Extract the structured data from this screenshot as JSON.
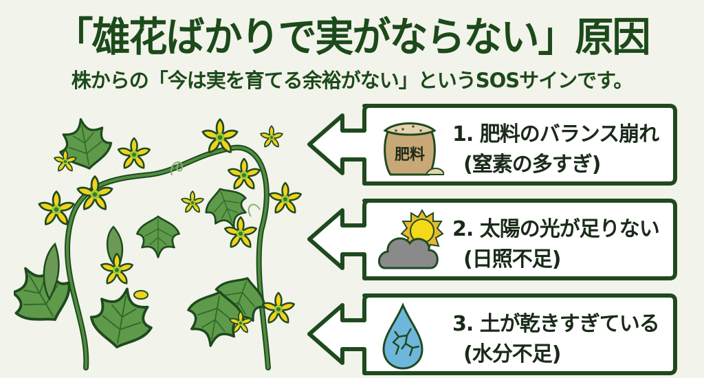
{
  "header": {
    "title": "「雄花ばかりで実がならない」原因",
    "subtitle": "株からの「今は実を育てる余裕がない」というSOSサインです。"
  },
  "illustration": {
    "description": "cucumber vine with only male yellow flowers",
    "icon": "plant-vine-icon"
  },
  "causes": [
    {
      "number": "1.",
      "title": "肥料のバランス崩れ",
      "detail": "(窒素の多すぎ)",
      "icon": "fertilizer-bag-icon",
      "icon_label": "肥料"
    },
    {
      "number": "2.",
      "title": "太陽の光が足りない",
      "detail": "(日照不足)",
      "icon": "cloud-sun-icon"
    },
    {
      "number": "3.",
      "title": "土が乾きすぎている",
      "detail": "(水分不足)",
      "icon": "cracked-water-drop-icon"
    }
  ],
  "colors": {
    "background": "#f2f3ea",
    "heading": "#1c4a1a",
    "frame": "#1e4a1e",
    "leaf": "#5e9a4a",
    "flower": "#f2d21e",
    "cloud": "#8a8a8a",
    "drop": "#6fb6dc"
  }
}
